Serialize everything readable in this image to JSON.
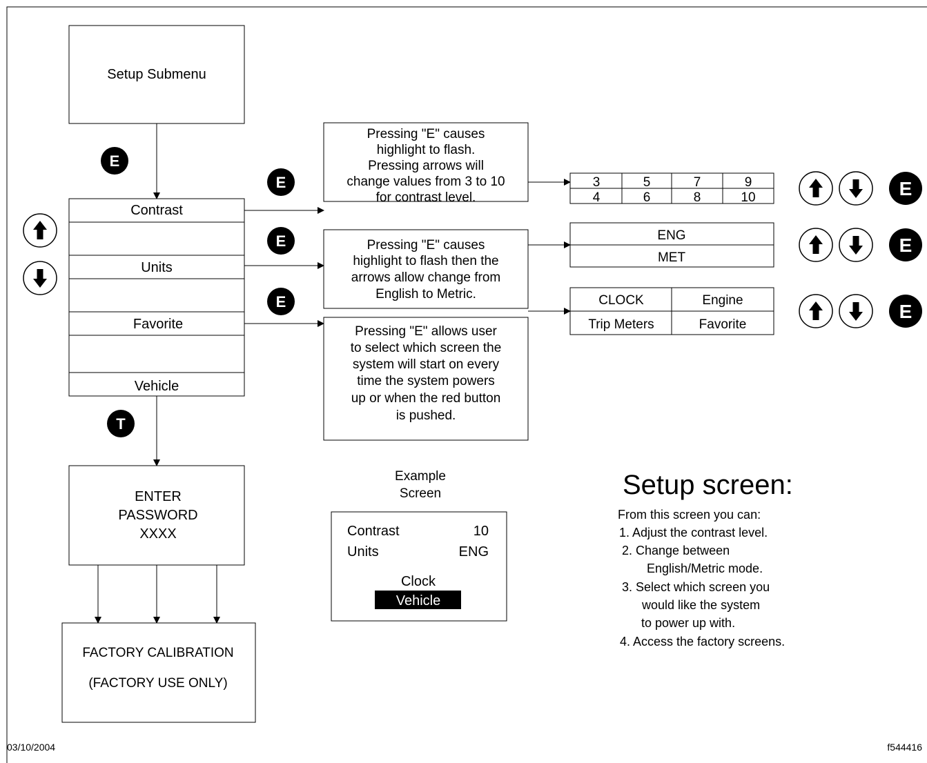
{
  "setup_submenu": {
    "label": "Setup Submenu"
  },
  "menu": {
    "items": [
      "Contrast",
      "Units",
      "Favorite",
      "Vehicle"
    ]
  },
  "badges": {
    "enter": "E",
    "toggle": "T"
  },
  "nav_icons": [
    "arrow-up-icon",
    "arrow-down-icon",
    "enter-key-icon"
  ],
  "contrast_desc": [
    "Pressing \"E\" causes",
    "highlight to flash.",
    "Pressing arrows will",
    "change values from 3 to 10",
    "for contrast level."
  ],
  "contrast_values": {
    "row1": [
      "3",
      "5",
      "7",
      "9"
    ],
    "row2": [
      "4",
      "6",
      "8",
      "10"
    ]
  },
  "units_desc": [
    "Pressing \"E\" causes",
    "highlight to flash then the",
    "arrows allow change  from",
    "English to Metric."
  ],
  "units_values": [
    "ENG",
    "MET"
  ],
  "favorite_desc": [
    "Pressing \"E\" allows user",
    "to select which screen the",
    "system will start on every",
    "time the system powers",
    "up or when the red button",
    "is pushed."
  ],
  "favorite_values": {
    "row1": [
      "CLOCK",
      "Engine"
    ],
    "row2": [
      "Trip Meters",
      "Favorite"
    ]
  },
  "password_box": {
    "line1": "ENTER",
    "line2": "PASSWORD",
    "line3": "XXXX"
  },
  "factory_box": {
    "line1": "FACTORY CALIBRATION",
    "line2": "(FACTORY USE ONLY)"
  },
  "example": {
    "title_line1": "Example",
    "title_line2": "Screen",
    "contrast_label": "Contrast",
    "contrast_value": "10",
    "units_label": "Units",
    "units_value": "ENG",
    "option1": "Clock",
    "option2_selected": "Vehicle"
  },
  "setup_info": {
    "title": "Setup screen:",
    "lines": [
      "From this screen you can:",
      "1. Adjust the contrast level.",
      "2. Change between",
      "English/Metric mode.",
      "3. Select which screen you",
      "would like the system",
      "to power up with.",
      "4. Access the factory screens."
    ]
  },
  "footer": {
    "date": "03/10/2004",
    "figure_id": "f544416"
  }
}
